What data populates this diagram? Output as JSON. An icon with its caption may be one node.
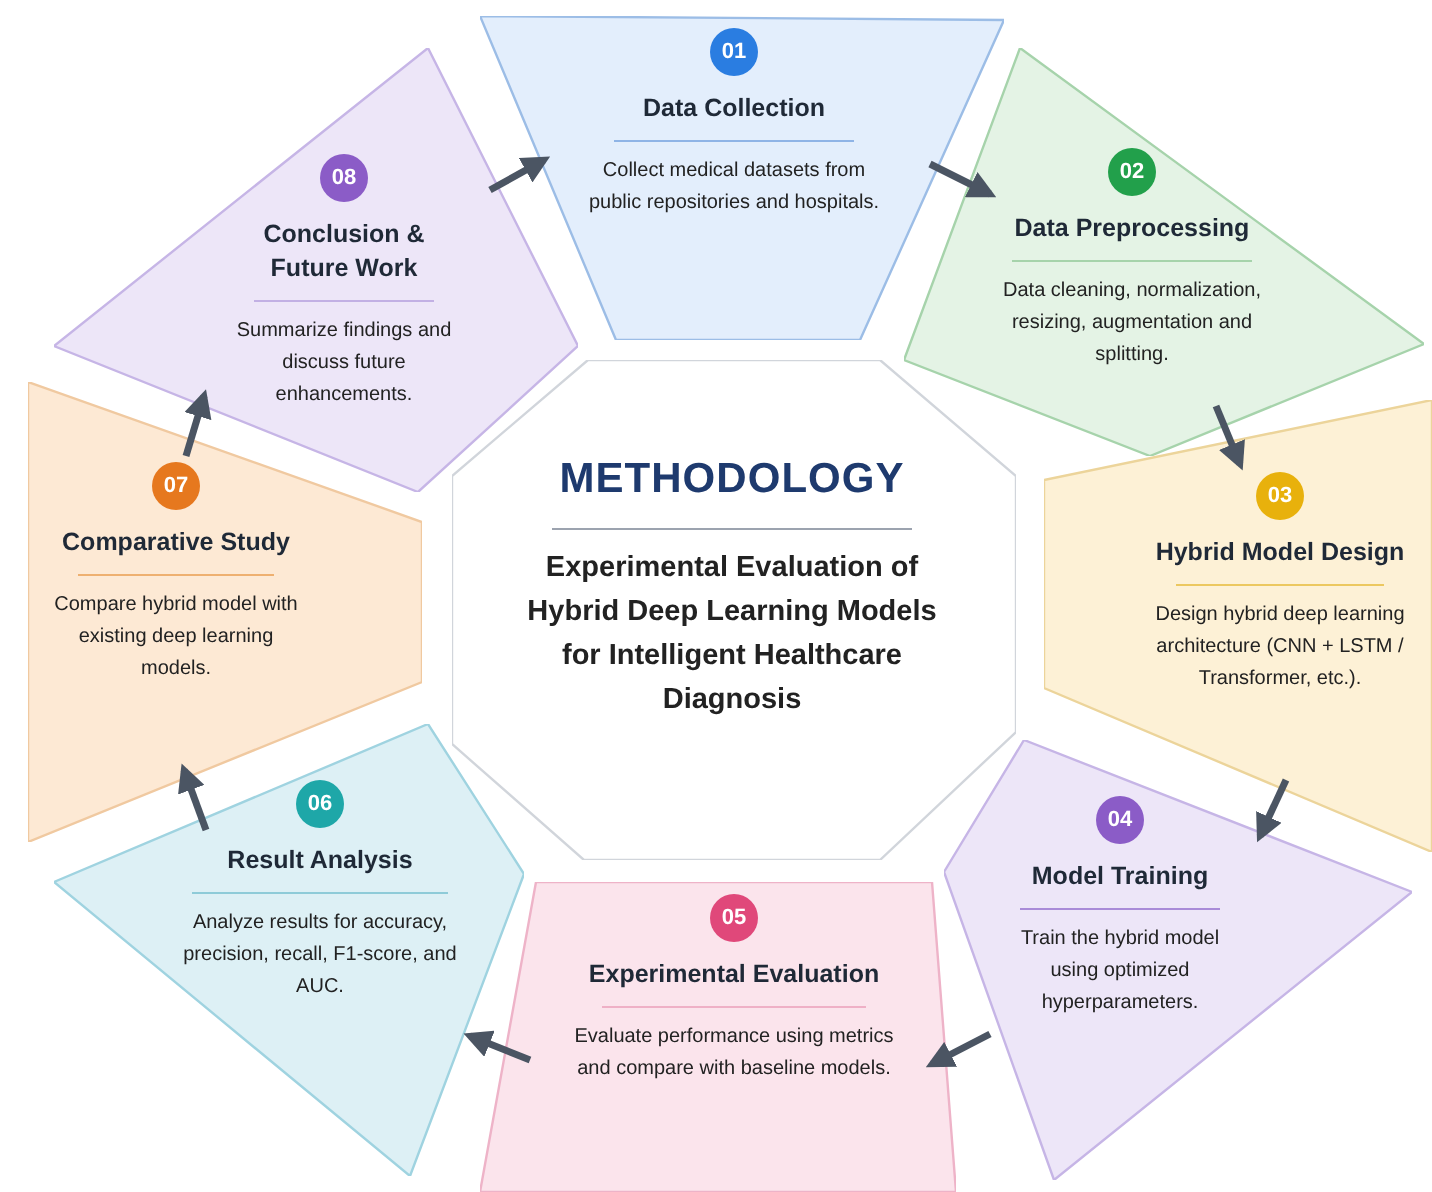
{
  "diagram": {
    "nodes": [
      {
        "text": [
          "METHODOLOGY",
          "Experimental Evaluation of Hybrid Deep Learning Models for Intelligent Healthcare Diagnosis"
        ]
      },
      {
        "text": [
          "01",
          "Data Collection",
          "Collect medical datasets from public repositories and hospitals."
        ]
      },
      {
        "text": [
          "02",
          "Data Preprocessing",
          "Data cleaning, normalization, resizing, augmentation and splitting."
        ]
      },
      {
        "text": [
          "03",
          "Hybrid Model Design",
          "Design hybrid deep learning architecture (CNN + LSTM / Transformer, etc.)."
        ]
      },
      {
        "text": [
          "04",
          "Model Training",
          "Train the hybrid model using optimized hyperparameters."
        ]
      },
      {
        "text": [
          "05",
          "Experimental Evaluation",
          "Evaluate performance using metrics and compare with baseline models."
        ]
      },
      {
        "text": [
          "06",
          "Result Analysis",
          "Analyze results for accuracy, precision, recall, F1-score, and AUC."
        ]
      },
      {
        "text": [
          "07",
          "Comparative Study",
          "Compare hybrid model with existing deep learning models."
        ]
      },
      {
        "text": [
          "08",
          "Conclusion & Future Work",
          "Summarize findings and discuss future enhancements."
        ]
      }
    ],
    "edges": [
      {
        "from": 1,
        "to": 2,
        "arrow": "to"
      },
      {
        "from": 2,
        "to": 3,
        "arrow": "to"
      },
      {
        "from": 3,
        "to": 4,
        "arrow": "to"
      },
      {
        "from": 4,
        "to": 5,
        "arrow": "to"
      },
      {
        "from": 5,
        "to": 6,
        "arrow": "to"
      },
      {
        "from": 6,
        "to": 7,
        "arrow": "to"
      },
      {
        "from": 7,
        "to": 8,
        "arrow": "to"
      },
      {
        "from": 8,
        "to": 1,
        "arrow": "to"
      }
    ]
  }
}
